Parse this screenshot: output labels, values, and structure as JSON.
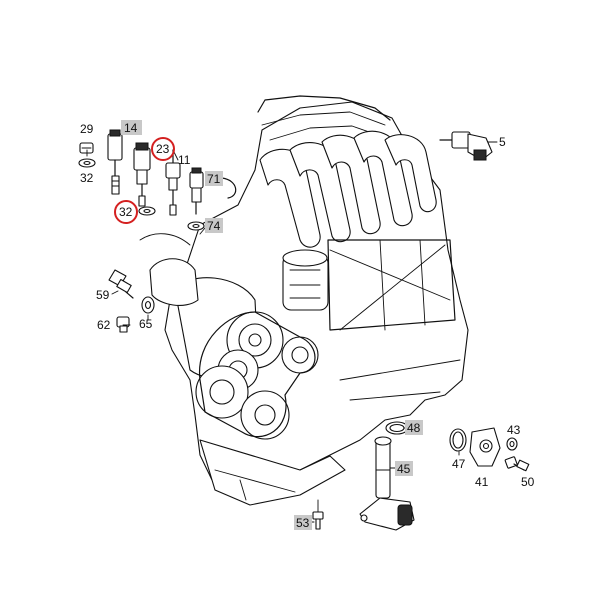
{
  "callouts": {
    "c5": "5",
    "c11": "11",
    "c14": "14",
    "c23": "23",
    "c29": "29",
    "c32a": "32",
    "c32b": "32",
    "c41": "41",
    "c43": "43",
    "c45": "45",
    "c47": "47",
    "c48": "48",
    "c50": "50",
    "c53": "53",
    "c59": "59",
    "c62": "62",
    "c65": "65",
    "c71": "71",
    "c74": "74"
  },
  "colors": {
    "line": "#111111",
    "highlight_box": "#c8c8c8",
    "circle_marker": "#d42020",
    "background": "#ffffff"
  }
}
